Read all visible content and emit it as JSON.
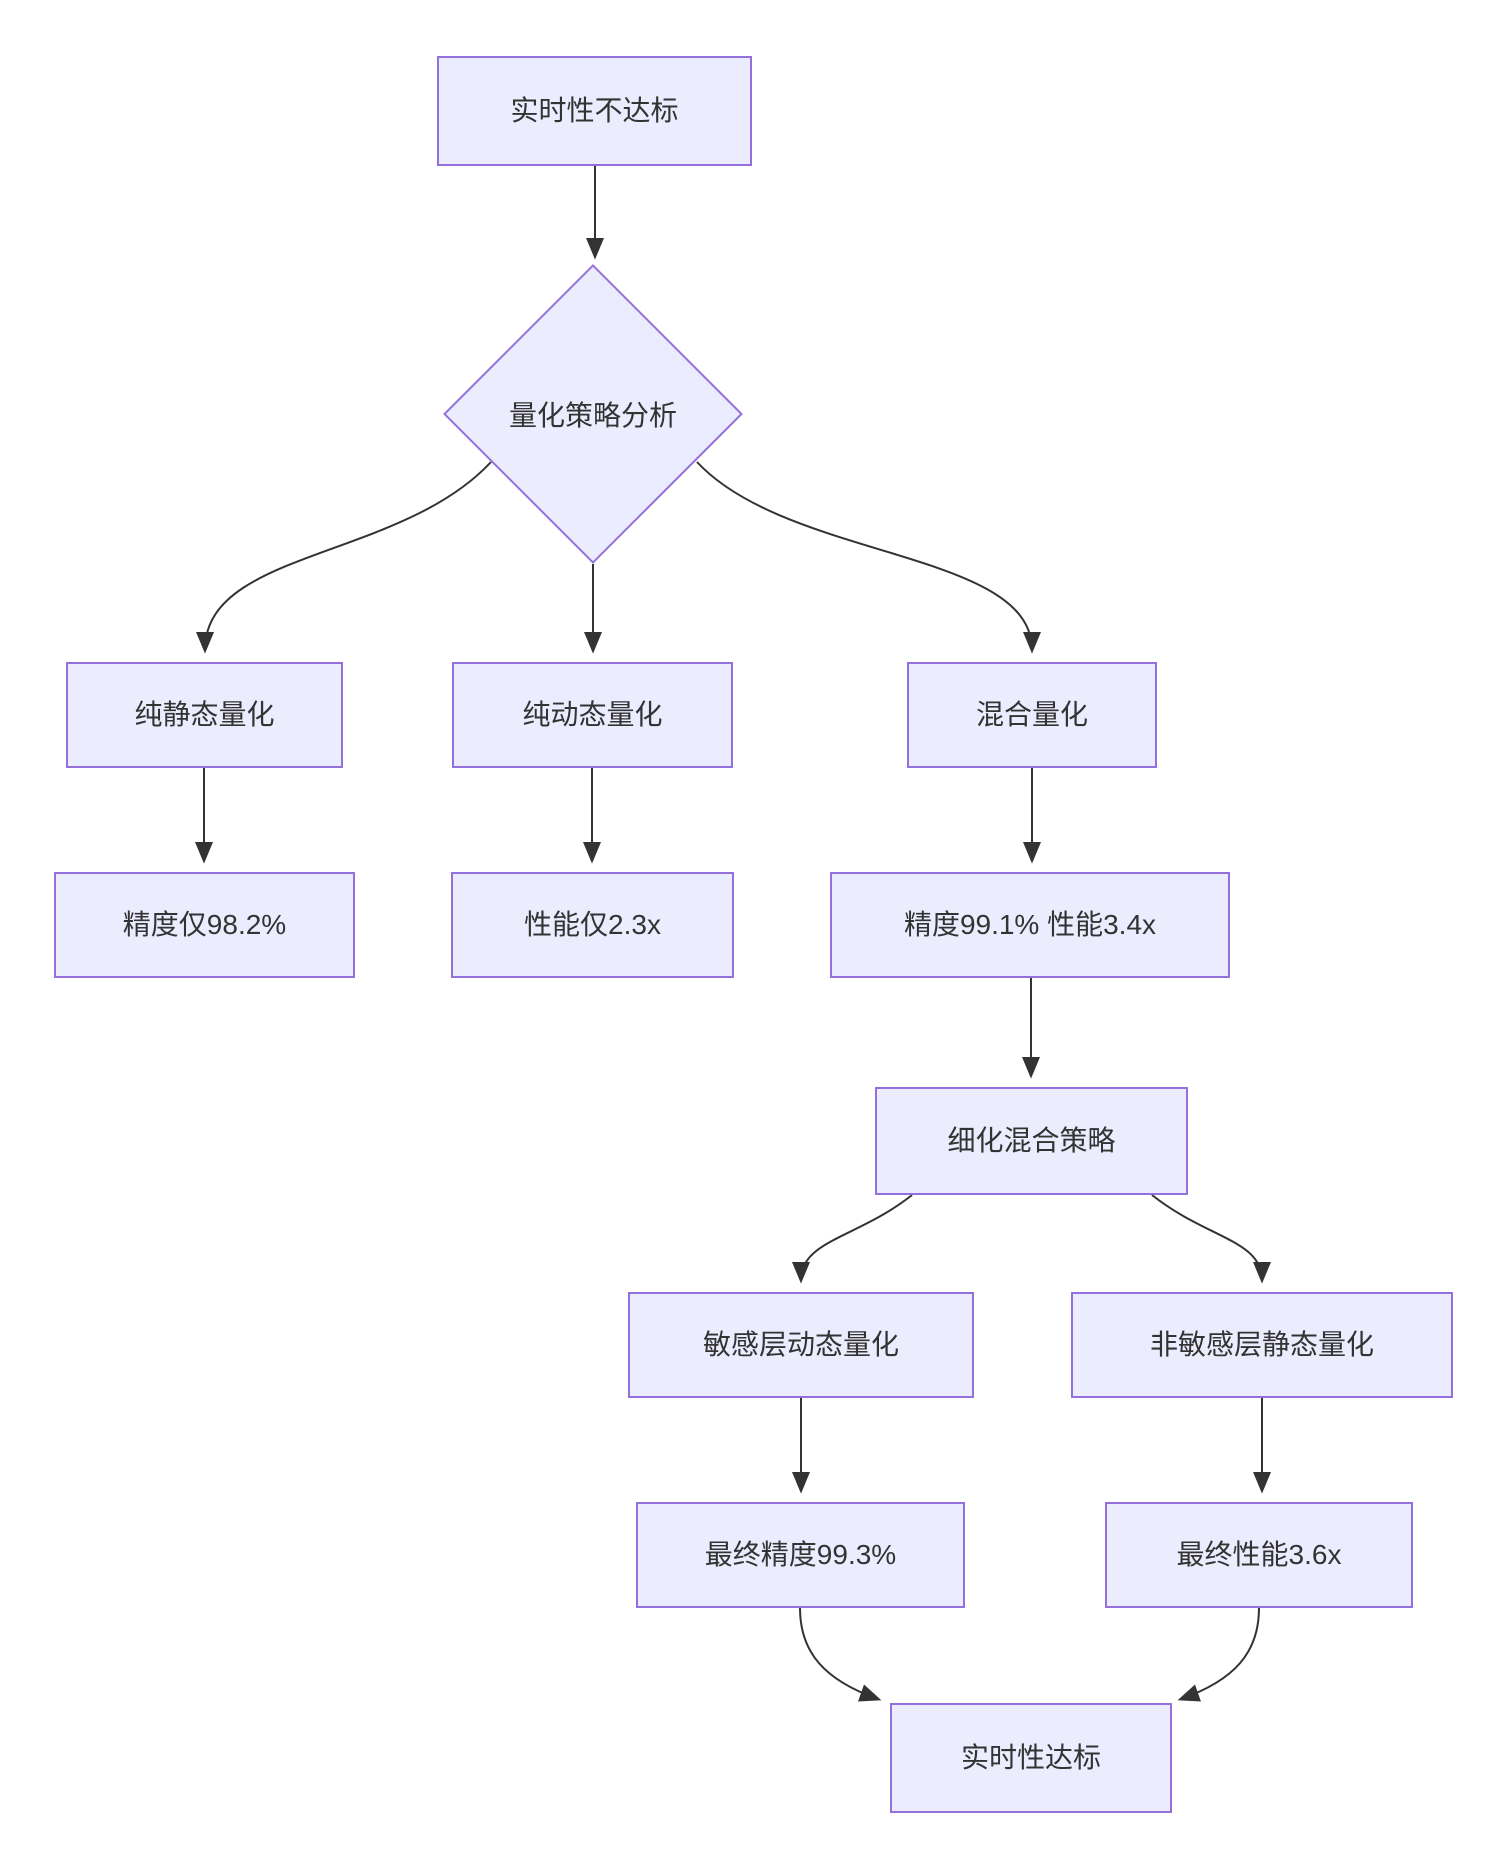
{
  "diagram": {
    "type": "flowchart",
    "direction": "top-down",
    "colors": {
      "node_fill": "#ECECFF",
      "node_border": "#9370DB",
      "edge": "#333333",
      "text": "#333333",
      "background": "#FFFFFF"
    },
    "nodes": {
      "start": {
        "label": "实时性不达标",
        "shape": "rect"
      },
      "decision": {
        "label": "量化策略分析",
        "shape": "diamond"
      },
      "static_quant": {
        "label": "纯静态量化",
        "shape": "rect"
      },
      "dynamic_quant": {
        "label": "纯动态量化",
        "shape": "rect"
      },
      "mixed_quant": {
        "label": "混合量化",
        "shape": "rect"
      },
      "static_result": {
        "label": "精度仅98.2%",
        "shape": "rect"
      },
      "dynamic_result": {
        "label": "性能仅2.3x",
        "shape": "rect"
      },
      "mixed_result": {
        "label": "精度99.1% 性能3.4x",
        "shape": "rect"
      },
      "refine": {
        "label": "细化混合策略",
        "shape": "rect"
      },
      "sensitive_layers": {
        "label": "敏感层动态量化",
        "shape": "rect"
      },
      "insensitive_layers": {
        "label": "非敏感层静态量化",
        "shape": "rect"
      },
      "final_accuracy": {
        "label": "最终精度99.3%",
        "shape": "rect"
      },
      "final_performance": {
        "label": "最终性能3.6x",
        "shape": "rect"
      },
      "end": {
        "label": "实时性达标",
        "shape": "rect"
      }
    },
    "edges": [
      {
        "from": "start",
        "to": "decision"
      },
      {
        "from": "decision",
        "to": "static_quant"
      },
      {
        "from": "decision",
        "to": "dynamic_quant"
      },
      {
        "from": "decision",
        "to": "mixed_quant"
      },
      {
        "from": "static_quant",
        "to": "static_result"
      },
      {
        "from": "dynamic_quant",
        "to": "dynamic_result"
      },
      {
        "from": "mixed_quant",
        "to": "mixed_result"
      },
      {
        "from": "mixed_result",
        "to": "refine"
      },
      {
        "from": "refine",
        "to": "sensitive_layers"
      },
      {
        "from": "refine",
        "to": "insensitive_layers"
      },
      {
        "from": "sensitive_layers",
        "to": "final_accuracy"
      },
      {
        "from": "insensitive_layers",
        "to": "final_performance"
      },
      {
        "from": "final_accuracy",
        "to": "end"
      },
      {
        "from": "final_performance",
        "to": "end"
      }
    ]
  }
}
